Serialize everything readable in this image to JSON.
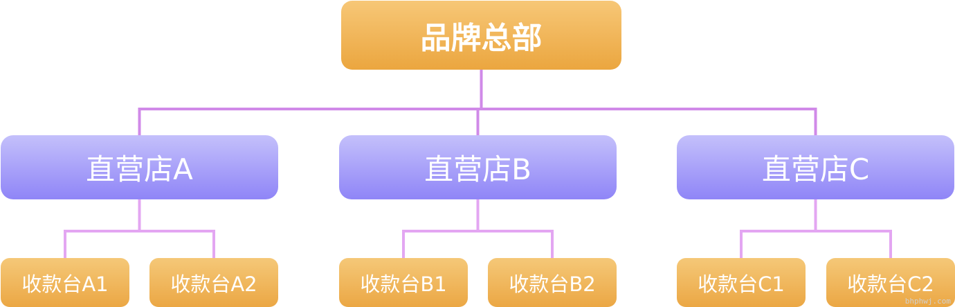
{
  "diagram": {
    "root": {
      "label": "品牌总部",
      "children": [
        {
          "label": "直营店A",
          "children": [
            {
              "label": "收款台A1"
            },
            {
              "label": "收款台A2"
            }
          ]
        },
        {
          "label": "直营店B",
          "children": [
            {
              "label": "收款台B1"
            },
            {
              "label": "收款台B2"
            }
          ]
        },
        {
          "label": "直营店C",
          "children": [
            {
              "label": "收款台C1"
            },
            {
              "label": "收款台C2"
            }
          ]
        }
      ]
    },
    "colors": {
      "hq_gradient": [
        "#f7c777",
        "#eba63f"
      ],
      "store_gradient": [
        "#c4c0fb",
        "#8f85f7"
      ],
      "register_gradient": [
        "#f5c878",
        "#eba744"
      ],
      "connector_top": "#d08ae8",
      "connector_bottom": "#e3a6f2",
      "text": "#ffffff"
    }
  },
  "watermark": "bhphwj.com"
}
